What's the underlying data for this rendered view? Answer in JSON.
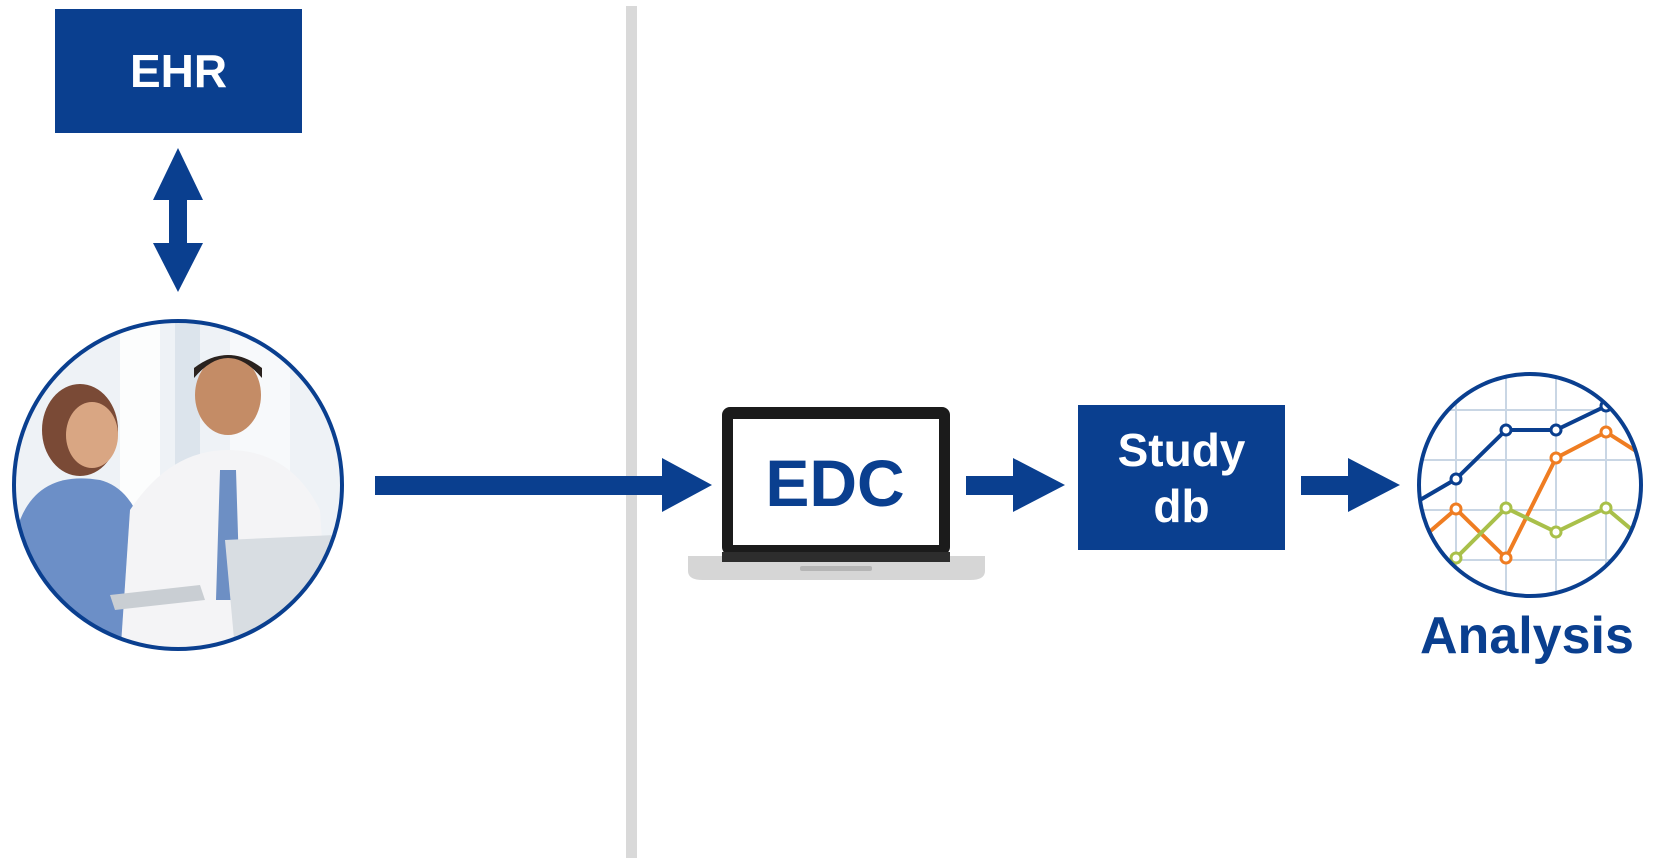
{
  "ehr": {
    "label": "EHR"
  },
  "edc": {
    "label": "EDC"
  },
  "study_db": {
    "line1": "Study",
    "line2": "db"
  },
  "analysis": {
    "label": "Analysis"
  },
  "colors": {
    "brand_blue": "#0a3f8f",
    "divider_gray": "#d9d9d9",
    "line_orange": "#ef7d22",
    "line_green": "#a9c04a"
  }
}
